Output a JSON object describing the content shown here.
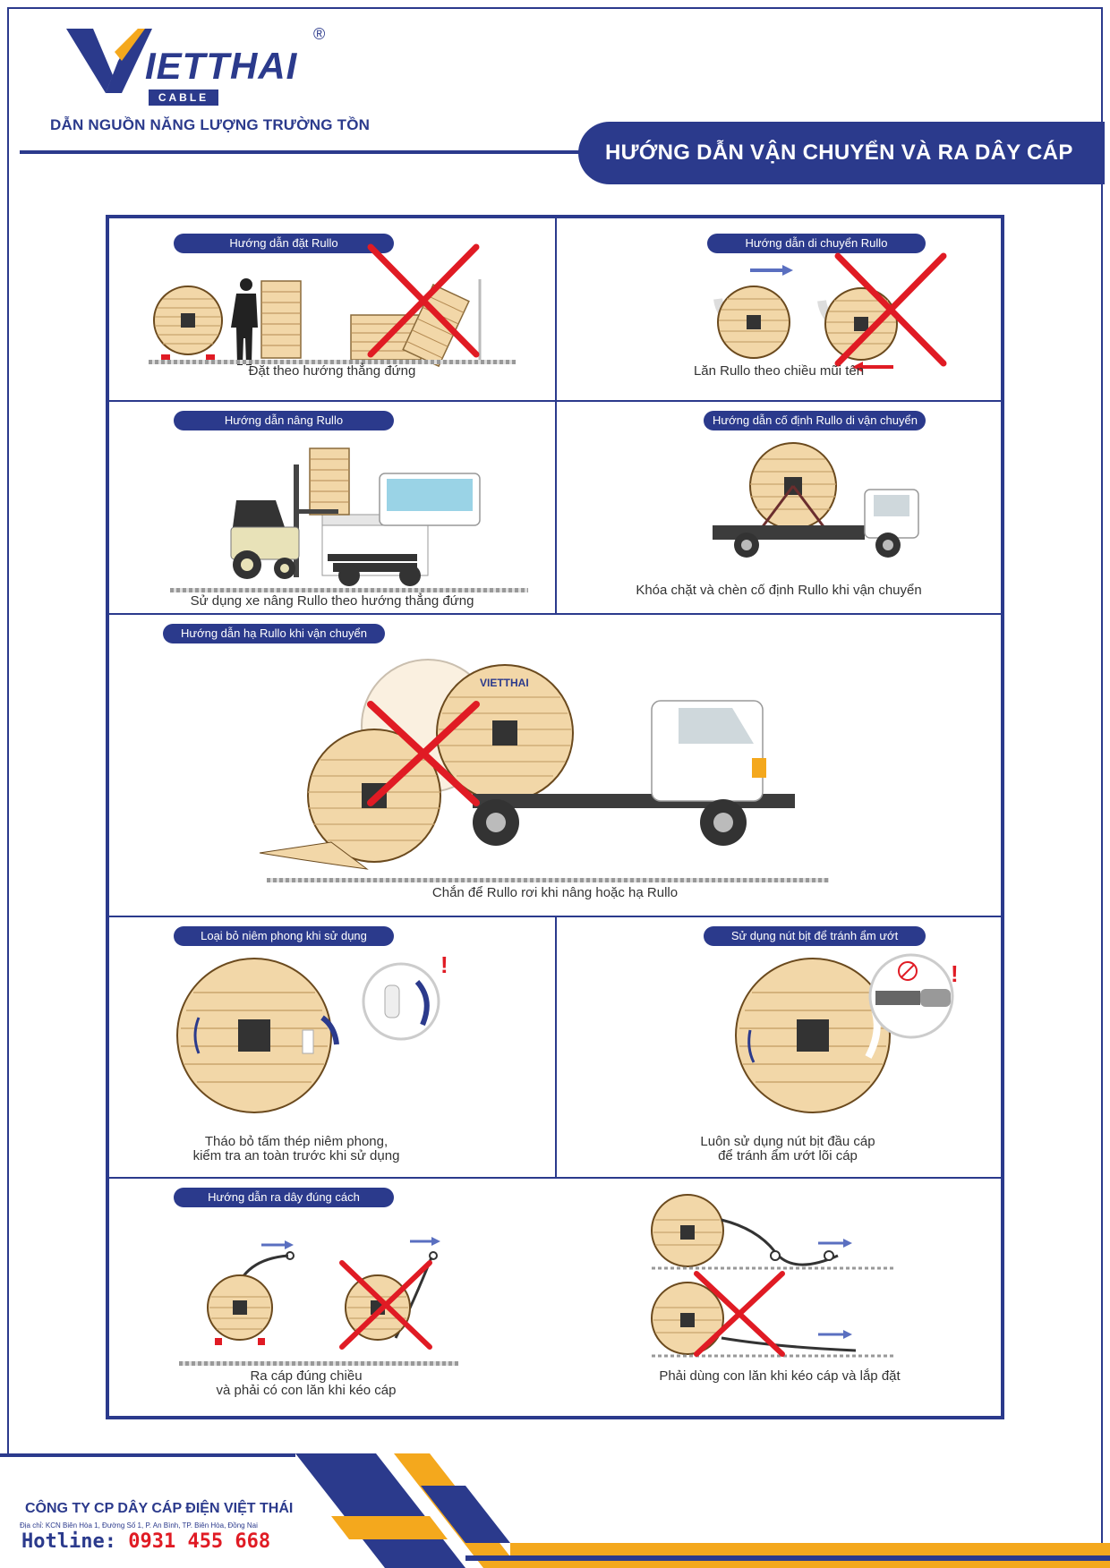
{
  "header": {
    "logo_text_main": "IETTHAI",
    "logo_sub": "CABLE",
    "logo_reg": "®",
    "tagline": "DẪN NGUỒN NĂNG LƯỢNG TRƯỜNG TỒN",
    "title": "HƯỚNG DẪN VẬN CHUYỂN VÀ RA DÂY CÁP"
  },
  "panels": {
    "place": {
      "label": "Hướng dẫn đặt Rullo",
      "caption": "Đặt theo hướng thẳng đứng"
    },
    "move": {
      "label": "Hướng dẫn di chuyển Rullo",
      "caption": "Lăn Rullo theo chiều mũi tên"
    },
    "lift": {
      "label": "Hướng dẫn nâng Rullo",
      "caption": "Sử dụng xe nâng Rullo theo hướng thẳng đứng"
    },
    "fix": {
      "label": "Hướng dẫn cố định Rullo di vận chuyển",
      "caption": "Khóa chặt và chèn cố định Rullo khi vận chuyển"
    },
    "lower": {
      "label": "Hướng dẫn hạ Rullo khi vận chuyển",
      "caption": "Chắn để Rullo rơi khi nâng hoặc hạ Rullo"
    },
    "seal": {
      "label": "Loại bỏ niêm phong khi sử dụng",
      "caption_1": "Tháo bỏ tấm thép niêm phong,",
      "caption_2": "kiểm tra an toàn trước khi sử dụng"
    },
    "plug": {
      "label": "Sử dụng nút bịt để tránh ẩm ướt",
      "caption_1": "Luôn sử dụng nút bịt đầu cáp",
      "caption_2": "để tránh ẩm ướt lõi cáp"
    },
    "unwind": {
      "label": "Hướng dẫn ra dây đúng cách",
      "caption_1": "Ra cáp đúng chiều",
      "caption_2": "và phải có con lăn khi kéo cáp"
    },
    "roller": {
      "caption": "Phải dùng con lăn khi kéo cáp và lắp đặt"
    }
  },
  "reel_logo": "VIETTHAI",
  "footer": {
    "company": "CÔNG TY CP DÂY CÁP ĐIỆN VIỆT THÁI",
    "address": "Địa chỉ: KCN Biên Hòa 1, Đường Số 1, P. An Bình, TP. Biên Hòa, Đồng Nai",
    "hotline_label": "Hotline:",
    "hotline_number": "0931 455 668"
  },
  "colors": {
    "brand_blue": "#2b3a8c",
    "accent_orange": "#f4a81d",
    "cross_red": "#e01b24",
    "wood": "#f2d7a8"
  }
}
